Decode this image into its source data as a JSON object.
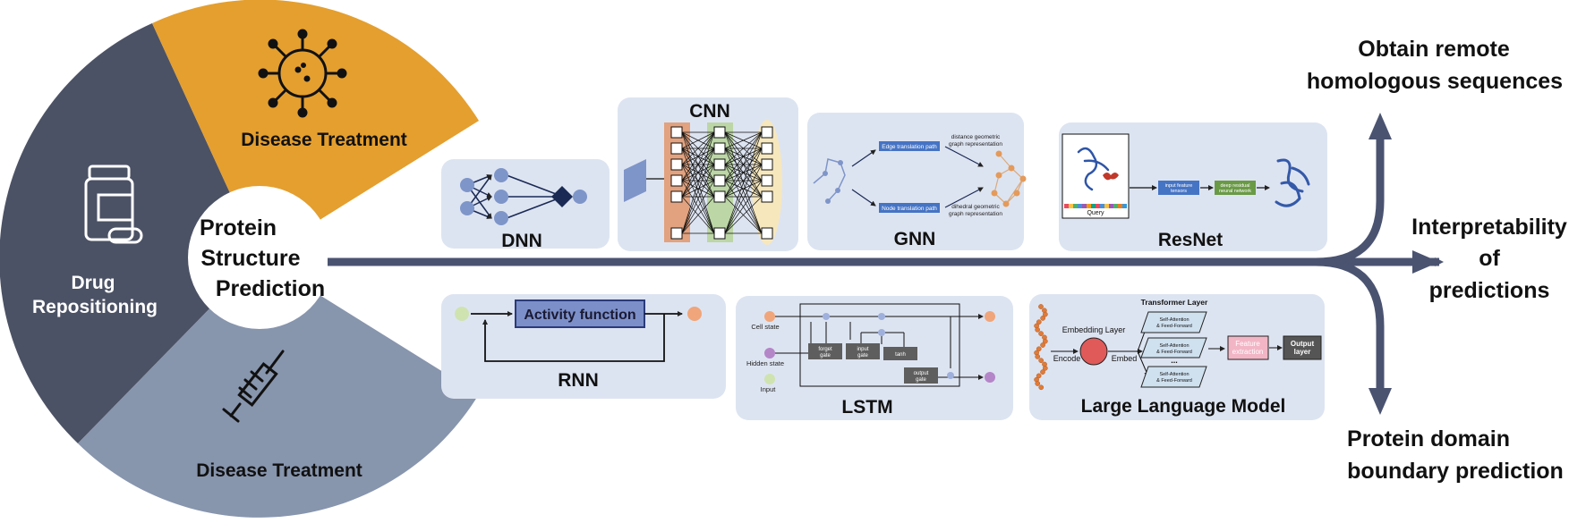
{
  "center": {
    "line1": "Protein",
    "line2": "Structure",
    "line3": "Prediction"
  },
  "sectors": {
    "disease_treatment_top": "Disease Treatment",
    "drug_repositioning": {
      "line1": "Drug",
      "line2": "Repositioning"
    },
    "disease_treatment_bottom": "Disease Treatment"
  },
  "models_top": {
    "dnn": "DNN",
    "cnn": "CNN",
    "gnn": {
      "title": "GNN",
      "edge_path": "Edge translation path",
      "node_path": "Node translation path",
      "distance_repr_1": "distance geometric",
      "distance_repr_2": "graph representation",
      "dihedral_repr_1": "dihedral geometric",
      "dihedral_repr_2": "graph representation"
    },
    "resnet": {
      "title": "ResNet",
      "query": "Query",
      "input_features_1": "input feature",
      "input_features_2": "tensors",
      "deep_residual_1": "deep residual",
      "deep_residual_2": "neural network"
    }
  },
  "models_bottom": {
    "rnn": {
      "title": "RNN",
      "activity": "Activity function"
    },
    "lstm": {
      "title": "LSTM",
      "cell_state": "Cell state",
      "hidden_state": "Hidden state",
      "input": "Input",
      "forget_gate_1": "forget",
      "forget_gate_2": "gate",
      "input_gate_1": "input",
      "input_gate_2": "gate",
      "tanh": "tanh",
      "output_gate_1": "output",
      "output_gate_2": "gate"
    },
    "llm": {
      "title": "Large Language Model",
      "transformer_layer": "Transformer Layer",
      "embedding_layer": "Embedding Layer",
      "encode": "Encode",
      "embed": "Embed",
      "sa_ff_1": "Self-Attention",
      "sa_ff_2": "& Feed-Forward",
      "ellipsis": "...",
      "feature_1": "Feature",
      "feature_2": "extraction",
      "output_1": "Output",
      "output_2": "layer"
    }
  },
  "outputs": {
    "top": {
      "line1": "Obtain remote",
      "line2": "homologous sequences"
    },
    "middle": {
      "line1": "Interpretability",
      "line2": "of",
      "line3": "predictions"
    },
    "bottom": {
      "line1": "Protein domain",
      "line2": "boundary prediction"
    }
  },
  "colors": {
    "dark_slate": "#4c5265",
    "orange": "#e49f2f",
    "steel_blue": "#8795ad",
    "panel": "#dde4f1",
    "arrow": "#4a5370",
    "node_blue": "#7e95c9"
  }
}
